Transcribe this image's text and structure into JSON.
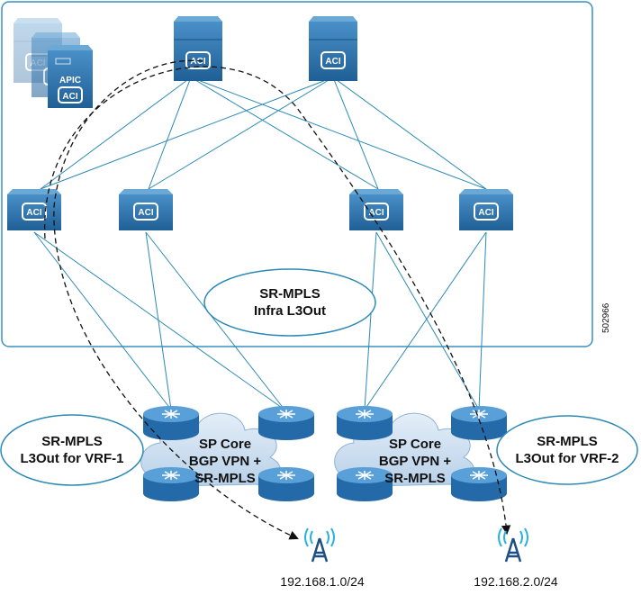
{
  "fabric": {
    "apic_label": "APIC",
    "aci_label": "ACI",
    "infra_l3out": {
      "line1": "SR-MPLS",
      "line2": "Infra L3Out"
    },
    "figure_id": "502966"
  },
  "sp_core": [
    {
      "line1": "SP Core",
      "line2": "BGP VPN +",
      "line3": "SR-MPLS"
    },
    {
      "line1": "SP Core",
      "line2": "BGP VPN +",
      "line3": "SR-MPLS"
    }
  ],
  "vrf_l3outs": [
    {
      "line1": "SR-MPLS",
      "line2": "L3Out for VRF-1"
    },
    {
      "line1": "SR-MPLS",
      "line2": "L3Out for VRF-2"
    }
  ],
  "networks": [
    "192.168.1.0/24",
    "192.168.2.0/24"
  ],
  "colors": {
    "switch": "#2a6fa8",
    "link": "#2b8ab5",
    "border": "#3a8fc0",
    "cloud": "#c9ddef",
    "router": "#2f7fc0"
  }
}
